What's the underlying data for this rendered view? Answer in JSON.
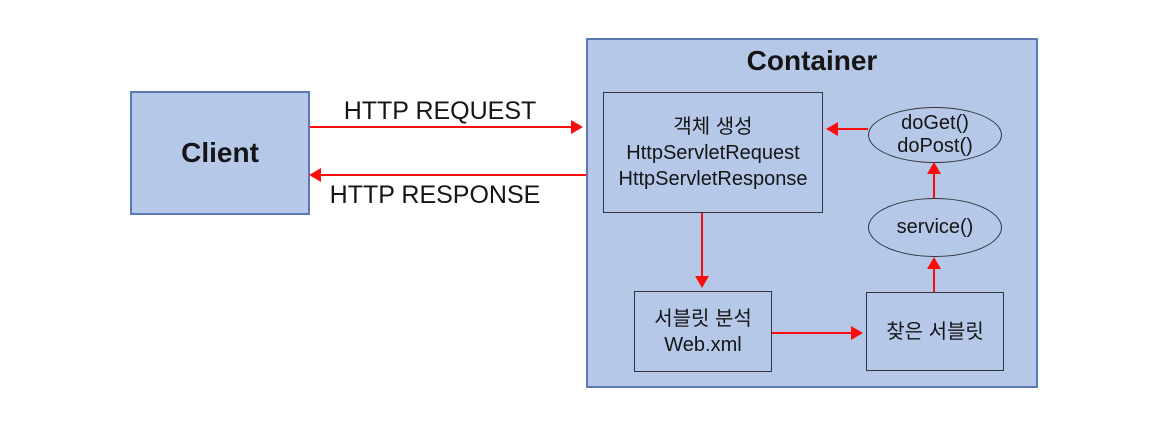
{
  "client": {
    "label": "Client"
  },
  "flows": {
    "request_label": "HTTP REQUEST",
    "response_label": "HTTP RESPONSE"
  },
  "container": {
    "title": "Container",
    "object_creation": {
      "lines": [
        "객체 생성",
        "HttpServletRequest",
        "HttpServletResponse"
      ]
    },
    "doget_dopost": {
      "lines": [
        "doGet()",
        "doPost()"
      ]
    },
    "service": {
      "label": "service()"
    },
    "servlet_analysis": {
      "lines": [
        "서블릿 분석",
        "Web.xml"
      ]
    },
    "found_servlet": {
      "label": "찾은 서블릿"
    }
  },
  "colors": {
    "fill": "#b5c8e8",
    "outer_border": "#5b7ab3",
    "inner_border": "#33343a",
    "arrow": "#fb0d0d",
    "text": "#151515",
    "background": "#ffffff"
  }
}
